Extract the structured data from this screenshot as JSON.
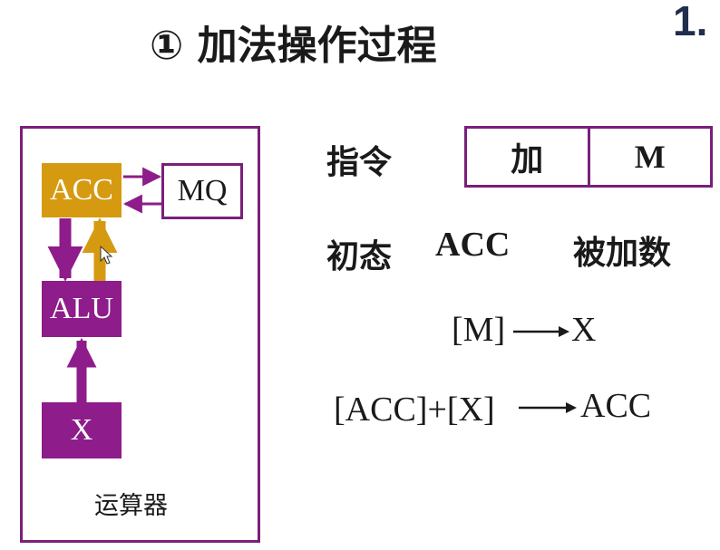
{
  "title": "① 加法操作过程",
  "page_number": "1.",
  "unit": {
    "acc": "ACC",
    "mq": "MQ",
    "alu": "ALU",
    "x": "X",
    "label": "运算器"
  },
  "instruction": {
    "label": "指令",
    "opcode": "加",
    "operand": "M"
  },
  "initial_state": {
    "label": "初态",
    "register": "ACC",
    "content": "被加数"
  },
  "steps": [
    {
      "lhs": "[M]",
      "rhs": "X"
    },
    {
      "lhs": "[ACC]+[X]",
      "rhs": "ACC"
    }
  ],
  "colors": {
    "frame": "#7a1f7a",
    "purple": "#8e1c8a",
    "gold": "#d69a11"
  }
}
